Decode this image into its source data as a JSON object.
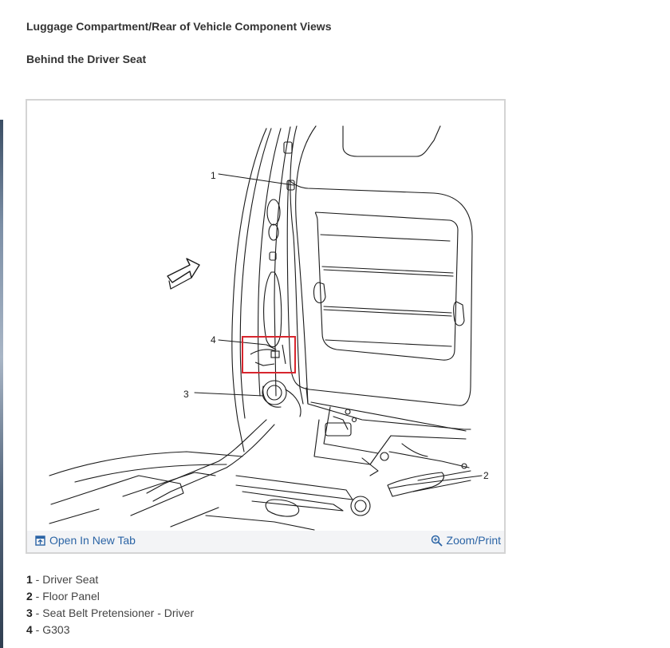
{
  "page": {
    "title": "Luggage Compartment/Rear of Vehicle Component Views",
    "subtitle": "Behind the Driver Seat"
  },
  "figure": {
    "callouts": [
      "1",
      "2",
      "3",
      "4"
    ],
    "open_link_label": "Open In New Tab",
    "zoom_link_label": "Zoom/Print",
    "highlight_color": "#d7262e",
    "link_color": "#2b64a5"
  },
  "legend": [
    {
      "num": "1",
      "sep": " - ",
      "label": "Driver Seat"
    },
    {
      "num": "2",
      "sep": " - ",
      "label": "Floor Panel"
    },
    {
      "num": "3",
      "sep": " - ",
      "label": "Seat Belt Pretensioner - Driver"
    },
    {
      "num": "4",
      "sep": " - ",
      "label": "G303"
    }
  ]
}
